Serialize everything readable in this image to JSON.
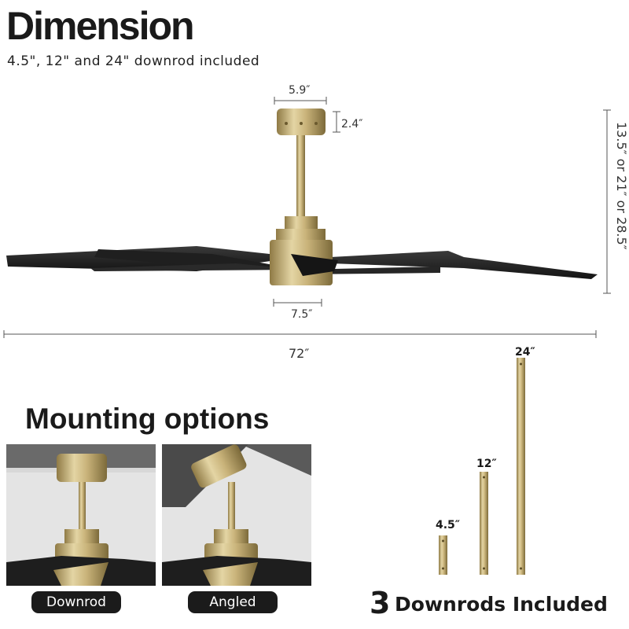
{
  "header": {
    "title": "Dimension",
    "subtitle": "4.5\", 12\" and 24\" downrod included"
  },
  "dimensions": {
    "canopy_width": "5.9″",
    "canopy_height": "2.4″",
    "motor_width": "7.5″",
    "span": "72″",
    "total_height": "13.5″ or 21″ or 28.5″"
  },
  "mounting": {
    "title": "Mounting options",
    "options": [
      {
        "label": "Downrod"
      },
      {
        "label": "Angled"
      }
    ]
  },
  "downrods": {
    "items": [
      {
        "label": "4.5″"
      },
      {
        "label": "12″"
      },
      {
        "label": "24″"
      }
    ],
    "caption_number": "3",
    "caption_text": "Downrods Included"
  },
  "colors": {
    "brass": "#c9b37a",
    "blade": "#222222",
    "pill": "#1b1b1b"
  }
}
